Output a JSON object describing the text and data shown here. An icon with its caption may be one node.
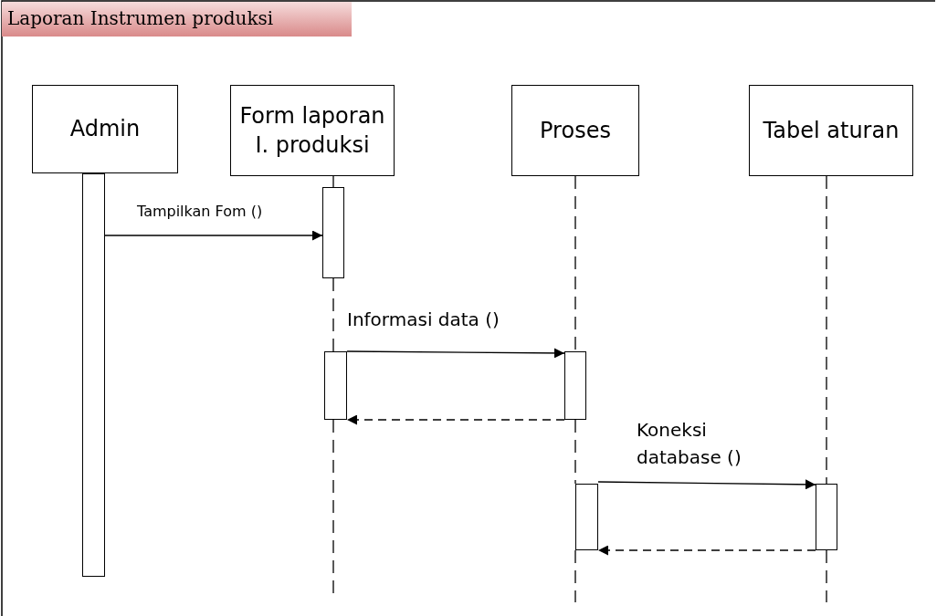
{
  "diagram": {
    "title": "Laporan Instrumen produksi",
    "nodes": [
      {
        "text": [
          "Admin"
        ]
      },
      {
        "text": [
          "Form laporan I. produksi"
        ]
      },
      {
        "text": [
          "Proses"
        ]
      },
      {
        "text": [
          "Tabel aturan"
        ]
      },
      {
        "text": [],
        "shape": "bar"
      },
      {
        "text": [],
        "shape": "bar"
      },
      {
        "text": [],
        "shape": "bar"
      },
      {
        "text": [],
        "shape": "bar"
      },
      {
        "text": [],
        "shape": "bar"
      },
      {
        "text": [],
        "shape": "bar"
      }
    ],
    "edges": [
      {
        "from": 4,
        "to": 5,
        "arrow": "to",
        "label": "Tampilkan Fom ()"
      },
      {
        "from": 6,
        "to": 7,
        "arrow": "to",
        "label": "Informasi data ()"
      },
      {
        "from": 7,
        "to": 6,
        "arrow": "to",
        "style": "dashed"
      },
      {
        "from": 8,
        "to": 9,
        "arrow": "to",
        "label": "Koneksi database ()"
      },
      {
        "from": 9,
        "to": 8,
        "arrow": "to",
        "style": "dashed"
      },
      {
        "from": 1,
        "to": 5,
        "arrow": "none"
      },
      {
        "from": 5,
        "to": 6,
        "arrow": "none",
        "style": "dashed"
      },
      {
        "from": 2,
        "to": 7,
        "arrow": "none",
        "style": "dashed"
      },
      {
        "from": 7,
        "to": 8,
        "arrow": "none",
        "style": "dashed"
      },
      {
        "from": 3,
        "to": 9,
        "arrow": "none",
        "style": "dashed"
      }
    ]
  }
}
